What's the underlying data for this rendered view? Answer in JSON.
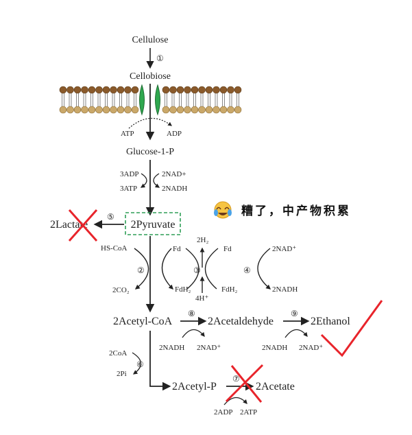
{
  "nodes": {
    "cellulose": "Cellulose",
    "cellobiose": "Cellobiose",
    "glucose1p": "Glucose-1-P",
    "pyruvate": "2Pyruvate",
    "lactate": "2Lactate",
    "acetylcoa": "2Acetyl-CoA",
    "acetaldehyde": "2Acetaldehyde",
    "ethanol": "2Ethanol",
    "acetylp": "2Acetyl-P",
    "acetate": "2Acetate"
  },
  "steps": [
    "①",
    "②",
    "③",
    "④",
    "⑤",
    "⑥",
    "⑦",
    "⑧",
    "⑨"
  ],
  "cofactors": {
    "atp": "ATP",
    "adp": "ADP",
    "adp3": "3ADP",
    "atp3": "3ATP",
    "nadp2": "2NAD+",
    "nadh2": "2NADH",
    "hscoa": "HS-CoA",
    "co2": "2CO₂",
    "fd1": "Fd",
    "fdh1": "FdH₂",
    "h2": "2H₂",
    "h4": "4H⁺",
    "fd2": "Fd",
    "fdh2": "FdH₂",
    "nad_r": "2NAD⁺",
    "nadh_r": "2NADH",
    "coa2": "2CoA",
    "pi2": "2Pi",
    "nadh_8": "2NADH",
    "nad_8": "2NAD⁺",
    "nadh_9": "2NADH",
    "nad_9": "2NAD⁺",
    "adp_7": "2ADP",
    "atp_7": "2ATP"
  },
  "annotation": {
    "text": "糟了，中产物积累",
    "emoji": "crying-laughing-face"
  },
  "colors": {
    "cross": "#e8242b",
    "check": "#e8242b",
    "box": "#2e9e57",
    "channel": "#2fa84f",
    "head": "#8a5a2b",
    "membrane": "#caa86a"
  }
}
